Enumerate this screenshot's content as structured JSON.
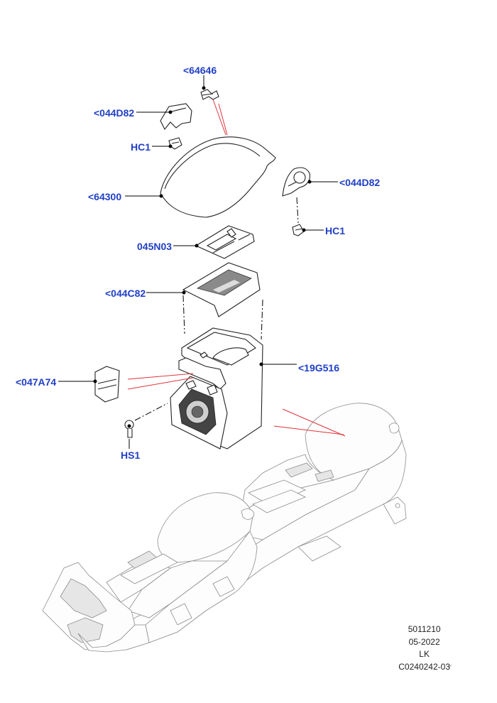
{
  "callouts": {
    "c64646": "<64646",
    "c044D82_top": "<044D82",
    "hc1_top": "HC1",
    "c64300": "<64300",
    "c044D82_right": "<044D82",
    "hc1_right": "HC1",
    "c045N03": "045N03",
    "c044C82": "<044C82",
    "c19G516": "<19G516",
    "c047A74": "<047A74",
    "hs1": "HS1"
  },
  "info": {
    "code": "5011210",
    "date": "05-2022",
    "initials": "LK",
    "ref": "C0240242-03"
  },
  "colors": {
    "callout": "#1f3fc7",
    "highlight": "#e0343a"
  }
}
